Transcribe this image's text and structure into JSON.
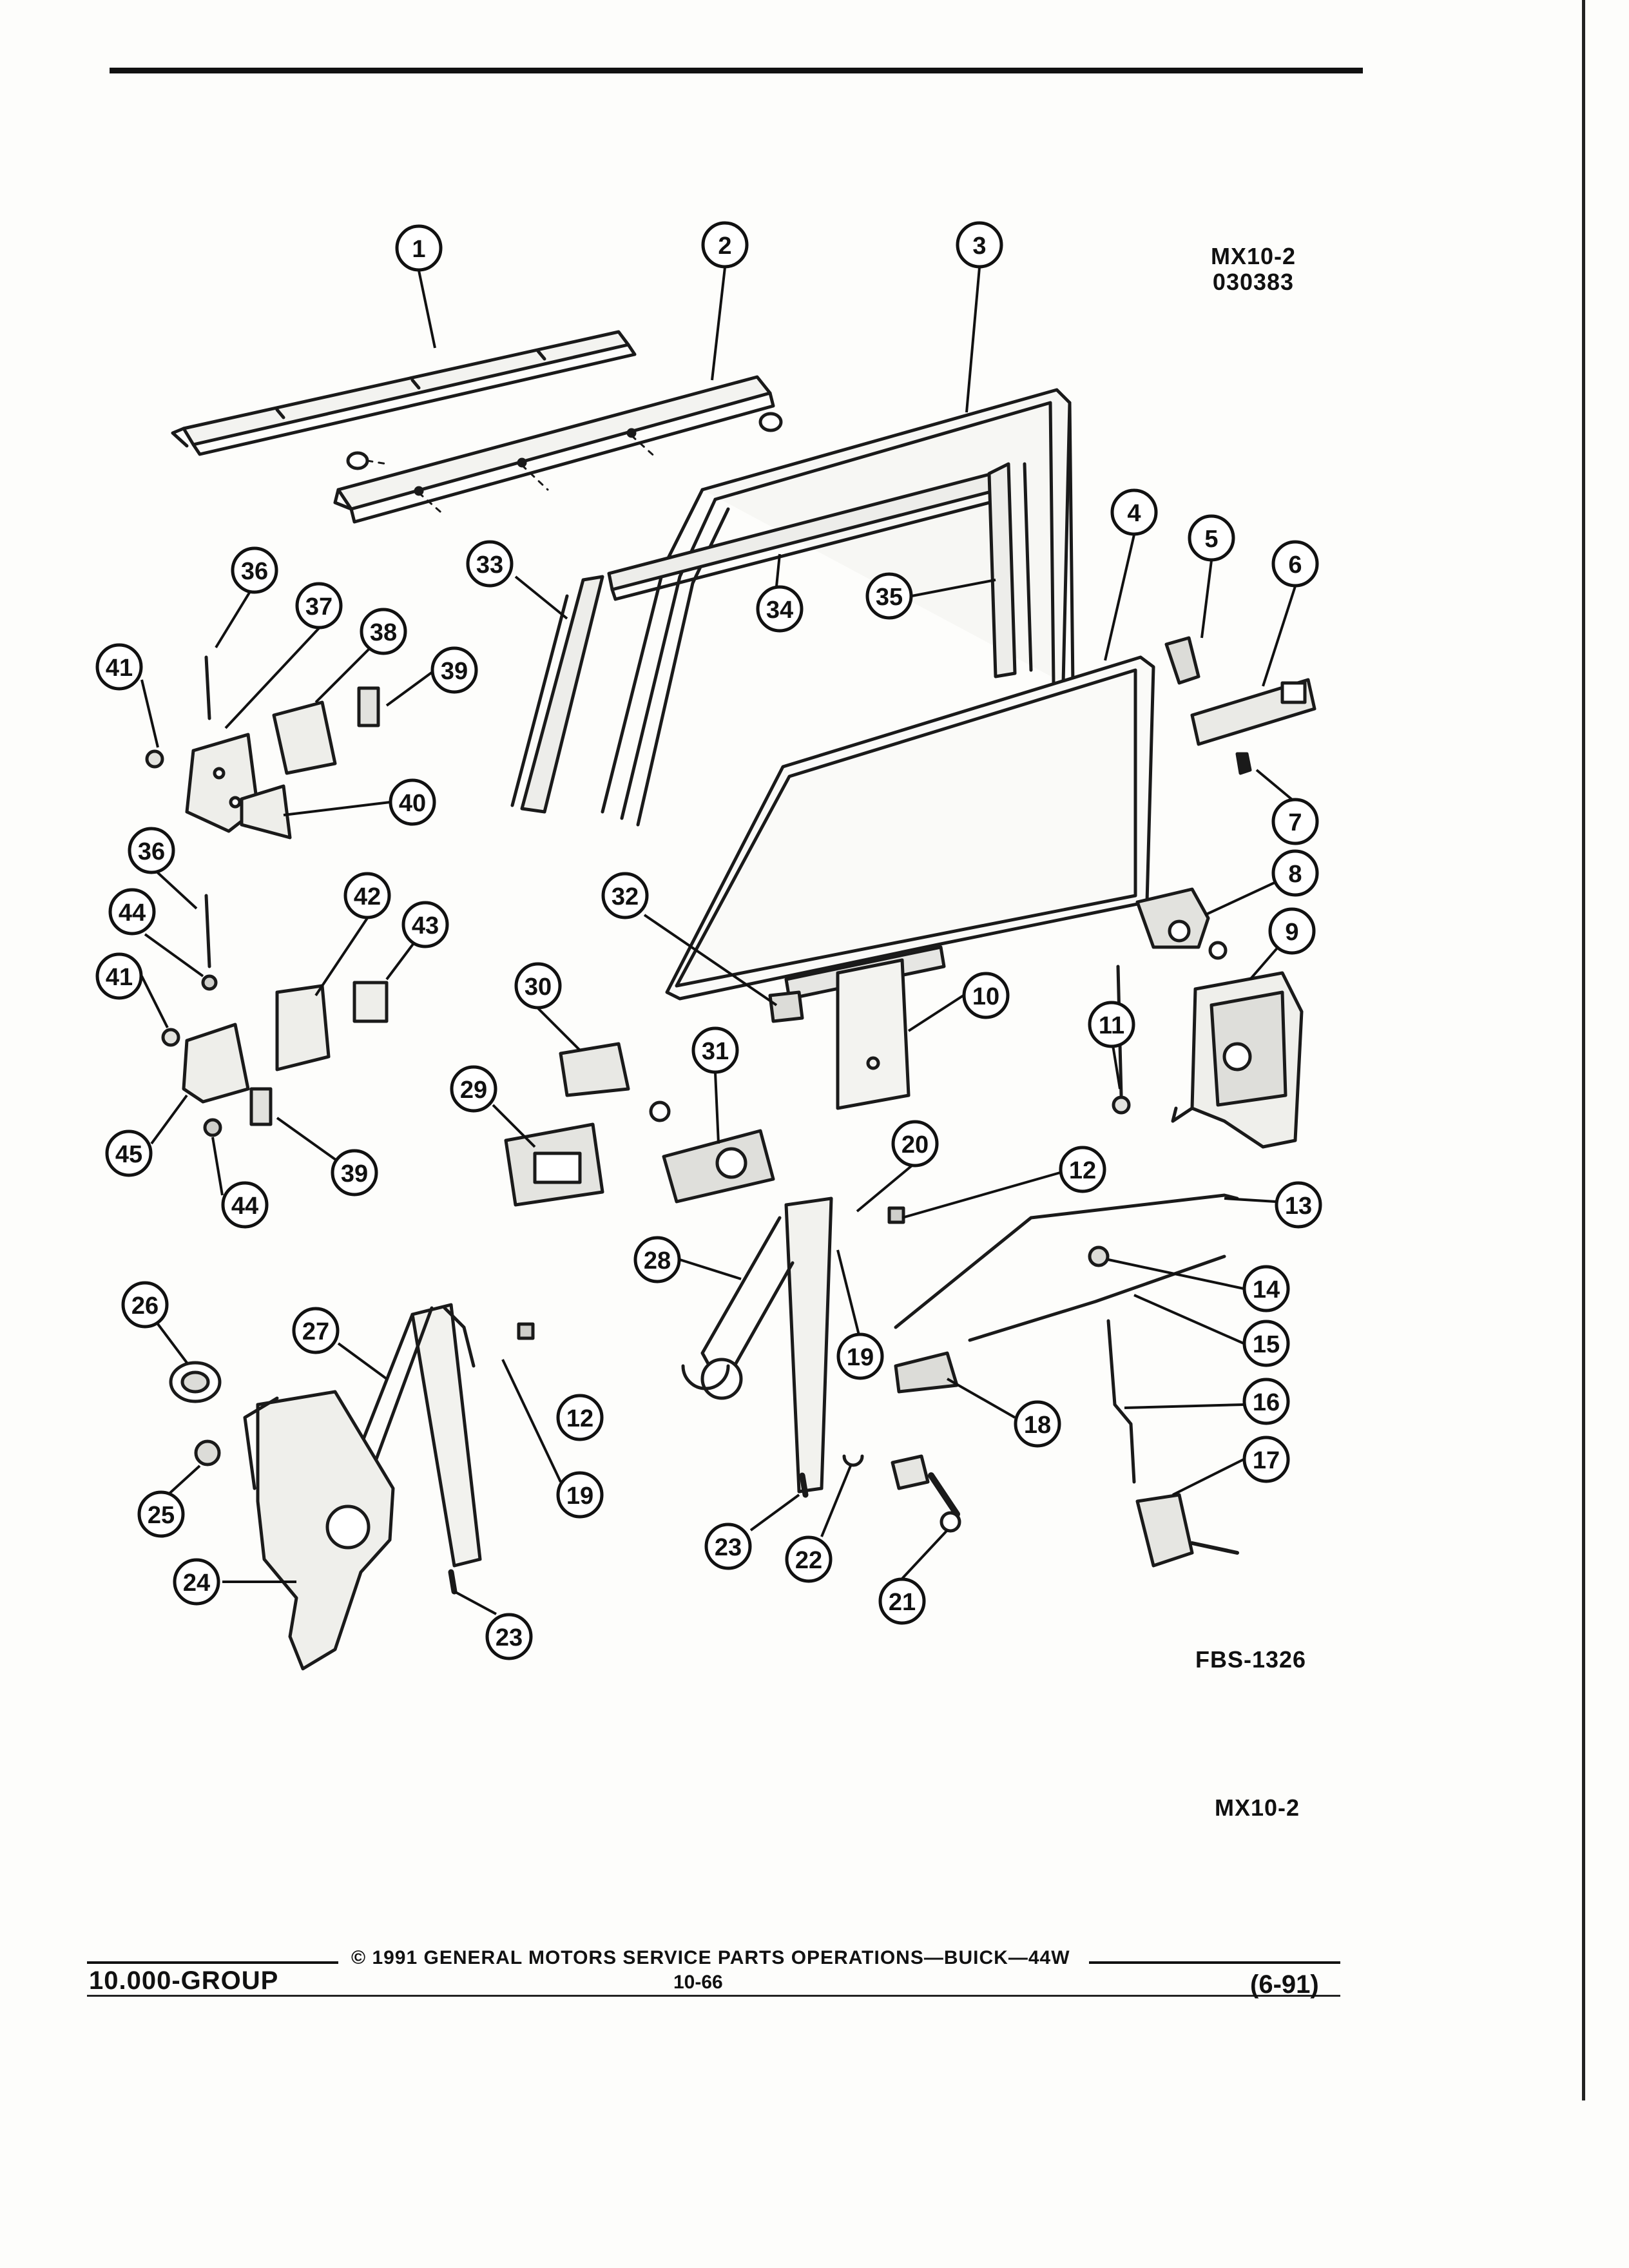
{
  "header": {
    "code": "MX10-2",
    "number": "030383"
  },
  "figure": {
    "ref": "FBS-1326",
    "code": "MX10-2"
  },
  "footer": {
    "group": "10.000-GROUP",
    "copyright": "© 1991 GENERAL MOTORS SERVICE PARTS OPERATIONS—BUICK—44W",
    "page": "10-66",
    "revision": "(6-91)"
  },
  "callouts": [
    {
      "n": "1"
    },
    {
      "n": "2"
    },
    {
      "n": "3"
    },
    {
      "n": "4"
    },
    {
      "n": "5"
    },
    {
      "n": "6"
    },
    {
      "n": "7"
    },
    {
      "n": "8"
    },
    {
      "n": "9"
    },
    {
      "n": "10"
    },
    {
      "n": "11"
    },
    {
      "n": "12"
    },
    {
      "n": "13"
    },
    {
      "n": "14"
    },
    {
      "n": "15"
    },
    {
      "n": "16"
    },
    {
      "n": "17"
    },
    {
      "n": "18"
    },
    {
      "n": "19"
    },
    {
      "n": "20"
    },
    {
      "n": "21"
    },
    {
      "n": "22"
    },
    {
      "n": "23"
    },
    {
      "n": "24"
    },
    {
      "n": "25"
    },
    {
      "n": "26"
    },
    {
      "n": "27"
    },
    {
      "n": "28"
    },
    {
      "n": "29"
    },
    {
      "n": "30"
    },
    {
      "n": "31"
    },
    {
      "n": "32"
    },
    {
      "n": "33"
    },
    {
      "n": "34"
    },
    {
      "n": "35"
    },
    {
      "n": "36"
    },
    {
      "n": "37"
    },
    {
      "n": "38"
    },
    {
      "n": "39"
    },
    {
      "n": "40"
    },
    {
      "n": "41"
    },
    {
      "n": "42"
    },
    {
      "n": "43"
    },
    {
      "n": "44"
    },
    {
      "n": "45"
    },
    {
      "n": "36"
    },
    {
      "n": "41"
    },
    {
      "n": "44"
    },
    {
      "n": "39"
    },
    {
      "n": "12"
    },
    {
      "n": "19"
    },
    {
      "n": "23"
    }
  ]
}
